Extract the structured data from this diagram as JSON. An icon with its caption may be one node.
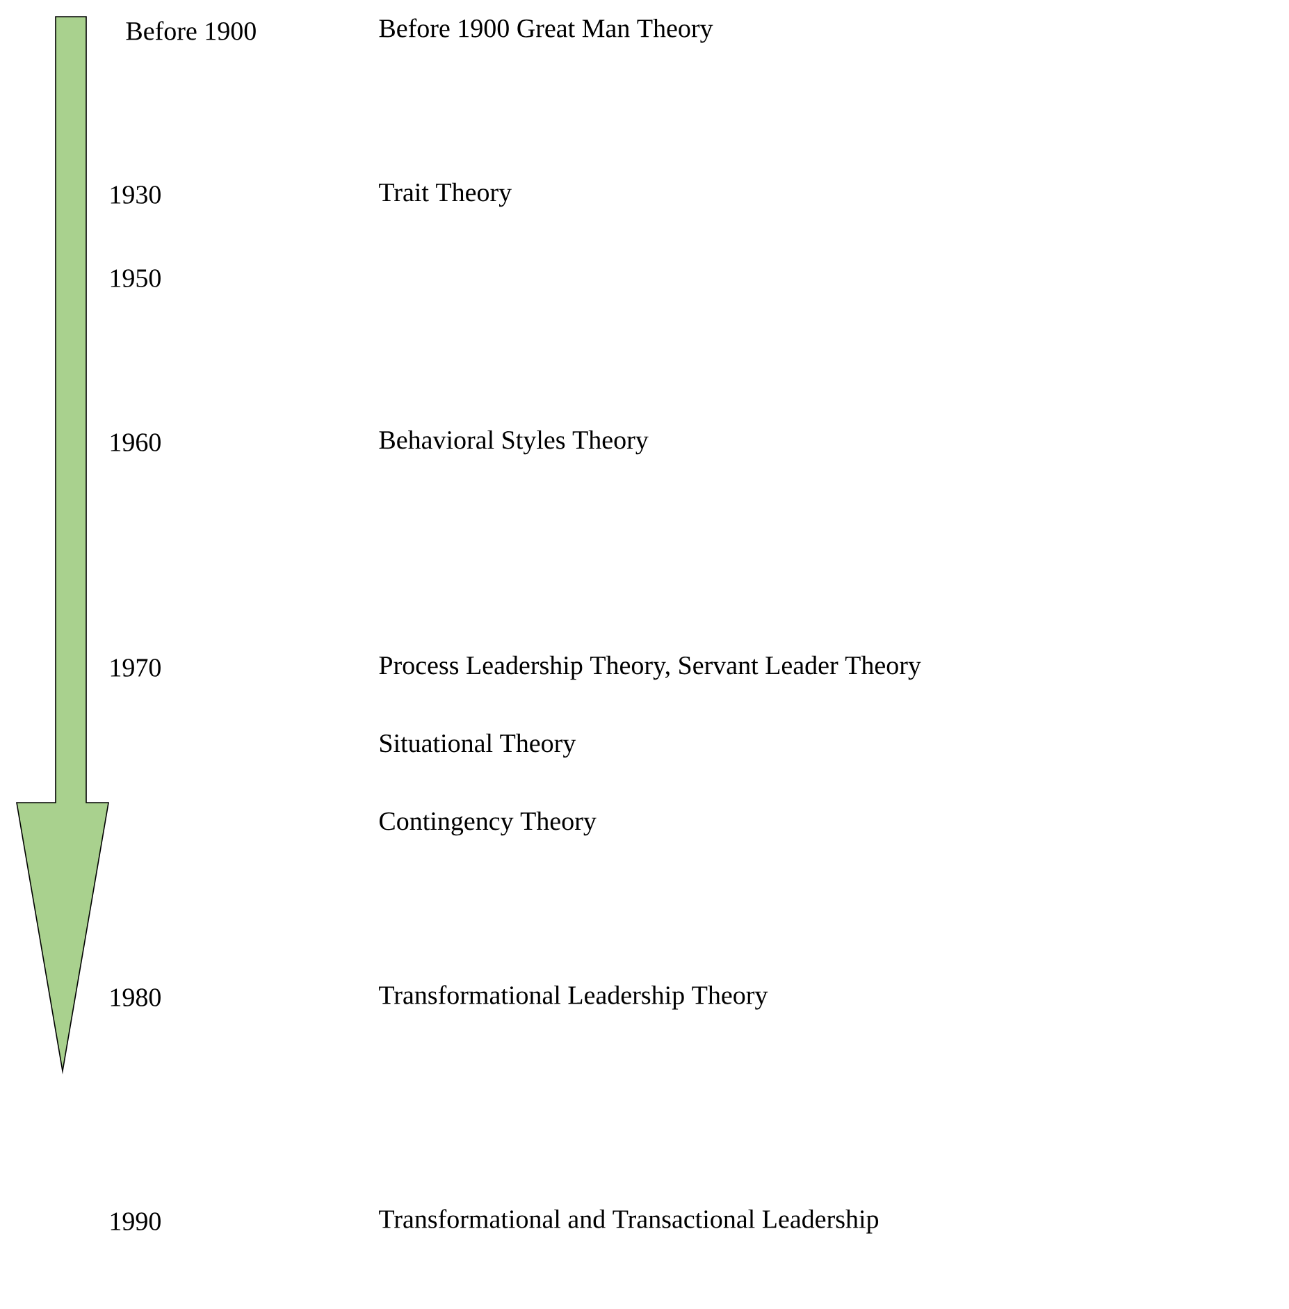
{
  "diagram": {
    "labels": [
      "Before 1900",
      "Before 1900 Great Man Theory",
      "1930",
      "Trait Theory",
      "1950",
      "1960",
      "Behavioral Styles Theory",
      "1970",
      "Process Leadership Theory,  Servant Leader Theory",
      "Situational Theory",
      "Contingency Theory",
      "1980",
      "Transformational Leadership Theory",
      "1990",
      "Transformational and Transactional Leadership"
    ]
  }
}
